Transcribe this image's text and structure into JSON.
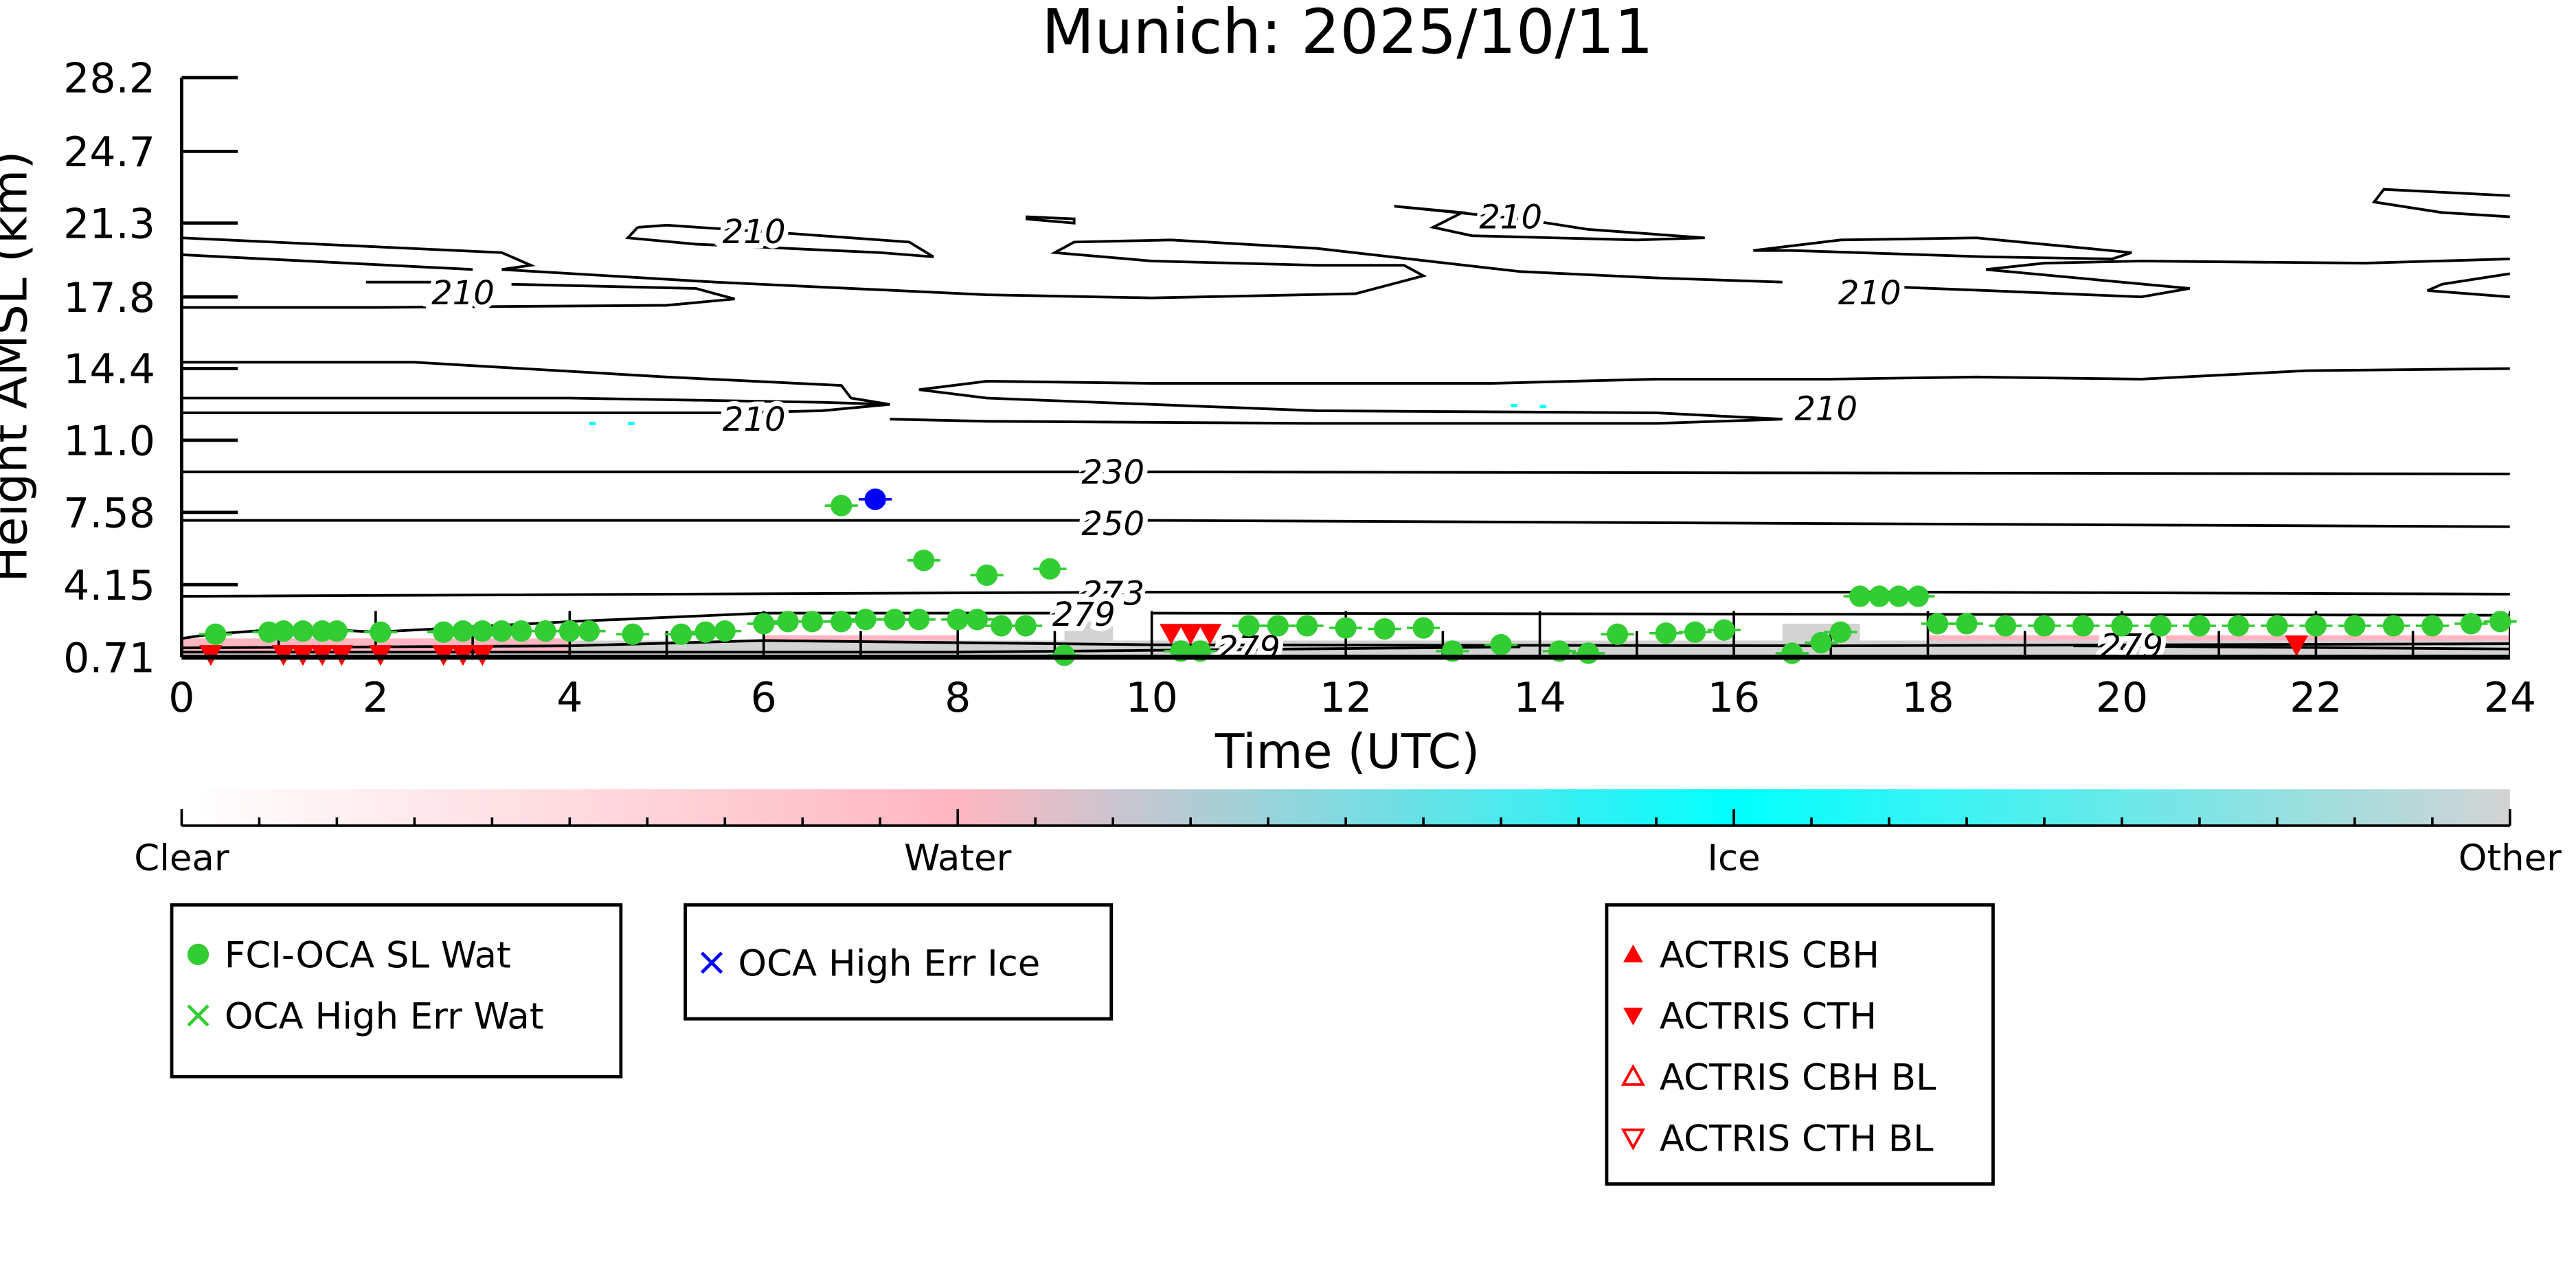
{
  "chart_data": {
    "type": "scatter",
    "title": "Munich: 2025/10/11",
    "xlabel": "Time (UTC)",
    "ylabel": "Height AMSL (km)",
    "xlim": [
      0,
      24
    ],
    "ylim": [
      0.71,
      28.2
    ],
    "xticks": [
      0,
      2,
      4,
      6,
      8,
      10,
      12,
      14,
      16,
      18,
      20,
      22,
      24
    ],
    "xtick_labels": [
      "0",
      "2",
      "4",
      "6",
      "8",
      "10",
      "12",
      "14",
      "16",
      "18",
      "20",
      "22",
      "24"
    ],
    "yticks": [
      28.2,
      24.7,
      21.3,
      17.8,
      14.4,
      11.0,
      7.58,
      4.15,
      0.71
    ],
    "ytick_labels": [
      "28.2",
      "24.7",
      "21.3",
      "17.8",
      "14.4",
      "11.0",
      "7.58",
      "4.15",
      "0.71"
    ],
    "colors": {
      "water": "#32cd32",
      "ice": "#0000ff",
      "actris": "#ff0000",
      "pink": "#ffb6c1",
      "cyan": "#00ffff",
      "gray": "#d3d3d3"
    },
    "contours": [
      {
        "level": 210,
        "points": [
          [
            0,
            20.6
          ],
          [
            3.3,
            19.9
          ],
          [
            3.6,
            19.3
          ],
          [
            3.3,
            19.1
          ]
        ]
      },
      {
        "level": 210,
        "points": [
          [
            0,
            19.8
          ],
          [
            3.0,
            19.1
          ]
        ]
      },
      {
        "level": 210,
        "points": [
          [
            3.3,
            19.1
          ],
          [
            5.5,
            18.5
          ],
          [
            8.3,
            17.9
          ],
          [
            10.0,
            17.75
          ],
          [
            12.1,
            17.95
          ],
          [
            12.8,
            18.8
          ],
          [
            12.6,
            19.3
          ],
          [
            11.7,
            19.3
          ],
          [
            10.0,
            19.5
          ],
          [
            9.0,
            19.9
          ],
          [
            9.2,
            20.4
          ],
          [
            10.2,
            20.5
          ],
          [
            11.7,
            20.1
          ],
          [
            13.8,
            19.0
          ],
          [
            15.2,
            18.7
          ],
          [
            16.5,
            18.5
          ]
        ]
      },
      {
        "level": 210,
        "points": [
          [
            17.5,
            18.3
          ],
          [
            18.6,
            18.1
          ],
          [
            20.2,
            17.8
          ],
          [
            20.7,
            18.2
          ],
          [
            19.3,
            18.8
          ],
          [
            18.6,
            19.1
          ],
          [
            19.2,
            19.4
          ],
          [
            20.2,
            19.5
          ],
          [
            22.5,
            19.4
          ],
          [
            24,
            19.6
          ]
        ]
      },
      {
        "level": 210,
        "points": [
          [
            16.2,
            20.0
          ],
          [
            17.1,
            20.5
          ],
          [
            18.5,
            20.6
          ],
          [
            20.1,
            19.9
          ],
          [
            19.9,
            19.6
          ],
          [
            18.6,
            19.7
          ],
          [
            16.6,
            20.0
          ],
          [
            16.2,
            20.0
          ]
        ]
      },
      {
        "level": 210,
        "points": [
          [
            1.9,
            18.5
          ],
          [
            2.6,
            18.5
          ]
        ]
      },
      {
        "level": 210,
        "points": [
          [
            3.4,
            18.4
          ],
          [
            5.3,
            18.2
          ],
          [
            5.7,
            17.7
          ],
          [
            5.0,
            17.4
          ],
          [
            2.0,
            17.3
          ],
          [
            0,
            17.3
          ]
        ]
      },
      {
        "level": 210,
        "points": [
          [
            4.7,
            21.1
          ],
          [
            4.6,
            20.6
          ],
          [
            5.3,
            20.3
          ],
          [
            7.2,
            19.9
          ],
          [
            7.75,
            19.7
          ],
          [
            7.5,
            20.4
          ],
          [
            6.3,
            20.8
          ],
          [
            5.0,
            21.2
          ],
          [
            4.7,
            21.1
          ]
        ]
      },
      {
        "level": 210,
        "points": [
          [
            8.7,
            21.6
          ],
          [
            9.2,
            21.5
          ],
          [
            9.2,
            21.3
          ],
          [
            8.7,
            21.5
          ]
        ]
      },
      {
        "level": 210,
        "points": [
          [
            12.5,
            22.1
          ],
          [
            13.2,
            21.8
          ],
          [
            12.9,
            21.1
          ],
          [
            13.3,
            20.7
          ],
          [
            15.0,
            20.5
          ],
          [
            15.7,
            20.6
          ],
          [
            14.5,
            21.0
          ],
          [
            13.8,
            21.5
          ],
          [
            12.5,
            22.1
          ]
        ]
      },
      {
        "level": 210,
        "points": [
          [
            24,
            22.6
          ],
          [
            22.7,
            22.9
          ],
          [
            22.6,
            22.3
          ],
          [
            23.3,
            21.8
          ],
          [
            24,
            21.6
          ]
        ]
      },
      {
        "level": 210,
        "points": [
          [
            24,
            18.9
          ],
          [
            23.3,
            18.4
          ],
          [
            23.15,
            18.1
          ],
          [
            24,
            17.8
          ]
        ]
      },
      {
        "level": 210,
        "points": [
          [
            0,
            14.7
          ],
          [
            2.4,
            14.7
          ],
          [
            5.0,
            14.0
          ],
          [
            6.8,
            13.6
          ],
          [
            6.9,
            13.0
          ],
          [
            7.3,
            12.7
          ]
        ]
      },
      {
        "level": 210,
        "points": [
          [
            0,
            13.0
          ],
          [
            4.0,
            13.0
          ],
          [
            6.6,
            12.8
          ],
          [
            7.3,
            12.7
          ],
          [
            6.6,
            12.4
          ],
          [
            5.7,
            12.3
          ],
          [
            0,
            12.3
          ]
        ]
      },
      {
        "level": 210,
        "points": [
          [
            7.6,
            13.4
          ],
          [
            8.3,
            13.8
          ],
          [
            10.0,
            13.7
          ],
          [
            13.5,
            13.7
          ],
          [
            15.2,
            13.9
          ],
          [
            17.0,
            13.9
          ],
          [
            18.5,
            14.0
          ],
          [
            20.2,
            13.9
          ],
          [
            21.9,
            14.3
          ],
          [
            24,
            14.4
          ]
        ]
      },
      {
        "level": 210,
        "points": [
          [
            7.6,
            13.4
          ],
          [
            8.3,
            13.0
          ],
          [
            11.7,
            12.4
          ],
          [
            15.2,
            12.3
          ],
          [
            16.5,
            12.0
          ],
          [
            15.2,
            11.8
          ],
          [
            11.7,
            11.8
          ],
          [
            8.3,
            11.9
          ],
          [
            7.3,
            12.0
          ]
        ]
      },
      {
        "level": 230,
        "points": [
          [
            0,
            9.5
          ],
          [
            10,
            9.5
          ],
          [
            24,
            9.4
          ]
        ]
      },
      {
        "level": 250,
        "points": [
          [
            0,
            7.2
          ],
          [
            10,
            7.2
          ],
          [
            24,
            6.9
          ]
        ]
      },
      {
        "level": 273,
        "points": [
          [
            0,
            3.6
          ],
          [
            10,
            3.8
          ],
          [
            18,
            3.8
          ],
          [
            24,
            3.7
          ]
        ]
      },
      {
        "level": 279,
        "points": [
          [
            0,
            1.6
          ],
          [
            0.3,
            1.8
          ],
          [
            1.2,
            2.1
          ],
          [
            2.0,
            1.9
          ],
          [
            4,
            2.4
          ],
          [
            6,
            2.8
          ],
          [
            9,
            2.8
          ]
        ]
      },
      {
        "level": 279,
        "points": [
          [
            10,
            2.8
          ],
          [
            17,
            2.75
          ],
          [
            24,
            2.7
          ]
        ]
      },
      {
        "level": 279,
        "points": [
          [
            0,
            1.15
          ],
          [
            4,
            1.25
          ],
          [
            6,
            1.5
          ],
          [
            10,
            1.3
          ],
          [
            17,
            1.25
          ],
          [
            24,
            1.35
          ]
        ]
      },
      {
        "level": 279,
        "points": [
          [
            0,
            0.95
          ],
          [
            8,
            0.95
          ],
          [
            13.8,
            1.2
          ]
        ]
      },
      {
        "level": 279,
        "points": [
          [
            19.5,
            1.25
          ],
          [
            24,
            1.1
          ]
        ]
      }
    ],
    "contour_labels": [
      {
        "text": "210",
        "x": 5.9,
        "y": 20.9
      },
      {
        "text": "210",
        "x": 13.7,
        "y": 21.6
      },
      {
        "text": "210",
        "x": 2.9,
        "y": 18.0
      },
      {
        "text": "210",
        "x": 17.4,
        "y": 18.0
      },
      {
        "text": "210",
        "x": 5.9,
        "y": 12.0
      },
      {
        "text": "210",
        "x": 16.95,
        "y": 12.5
      },
      {
        "text": "230",
        "x": 9.6,
        "y": 9.5
      },
      {
        "text": "250",
        "x": 9.6,
        "y": 7.05
      },
      {
        "text": "273",
        "x": 9.6,
        "y": 3.75
      },
      {
        "text": "279",
        "x": 9.3,
        "y": 2.75
      },
      {
        "text": "279",
        "x": 11.0,
        "y": 1.15
      },
      {
        "text": "279",
        "x": 20.1,
        "y": 1.25
      }
    ],
    "ice_patches": [
      [
        4.2,
        11.8
      ],
      [
        4.6,
        11.8
      ],
      [
        13.7,
        12.65
      ],
      [
        14.0,
        12.6
      ]
    ],
    "series": [
      {
        "name": "FCI-OCA SL Wat",
        "marker": "circle",
        "color": "#32cd32",
        "points": [
          [
            0.35,
            1.8
          ],
          [
            0.9,
            1.9
          ],
          [
            1.05,
            1.95
          ],
          [
            1.25,
            1.95
          ],
          [
            1.45,
            1.95
          ],
          [
            1.6,
            1.95
          ],
          [
            2.05,
            1.9
          ],
          [
            2.7,
            1.9
          ],
          [
            2.9,
            1.95
          ],
          [
            3.1,
            1.95
          ],
          [
            3.3,
            1.95
          ],
          [
            3.5,
            1.95
          ],
          [
            3.75,
            1.95
          ],
          [
            4.0,
            1.95
          ],
          [
            4.2,
            1.95
          ],
          [
            4.65,
            1.8
          ],
          [
            5.15,
            1.8
          ],
          [
            5.4,
            1.9
          ],
          [
            5.6,
            1.95
          ],
          [
            6.0,
            2.3
          ],
          [
            6.25,
            2.4
          ],
          [
            6.5,
            2.4
          ],
          [
            6.8,
            2.4
          ],
          [
            7.05,
            2.5
          ],
          [
            7.35,
            2.5
          ],
          [
            7.6,
            2.5
          ],
          [
            8.0,
            2.5
          ],
          [
            8.2,
            2.5
          ],
          [
            8.45,
            2.2
          ],
          [
            8.7,
            2.2
          ],
          [
            9.1,
            0.8
          ],
          [
            10.3,
            1.0
          ],
          [
            10.5,
            1.0
          ],
          [
            11.0,
            2.2
          ],
          [
            11.3,
            2.2
          ],
          [
            11.6,
            2.2
          ],
          [
            12.0,
            2.1
          ],
          [
            12.4,
            2.05
          ],
          [
            12.8,
            2.1
          ],
          [
            13.1,
            1.0
          ],
          [
            13.6,
            1.3
          ],
          [
            14.2,
            1.0
          ],
          [
            14.5,
            0.9
          ],
          [
            14.8,
            1.8
          ],
          [
            15.3,
            1.85
          ],
          [
            15.6,
            1.9
          ],
          [
            15.9,
            2.0
          ],
          [
            16.6,
            0.9
          ],
          [
            16.9,
            1.4
          ],
          [
            17.1,
            1.9
          ],
          [
            17.3,
            3.6
          ],
          [
            17.5,
            3.6
          ],
          [
            17.7,
            3.6
          ],
          [
            17.9,
            3.6
          ],
          [
            18.1,
            2.3
          ],
          [
            18.4,
            2.3
          ],
          [
            18.8,
            2.2
          ],
          [
            19.2,
            2.2
          ],
          [
            19.6,
            2.2
          ],
          [
            20.0,
            2.2
          ],
          [
            20.4,
            2.2
          ],
          [
            20.8,
            2.2
          ],
          [
            21.2,
            2.2
          ],
          [
            21.6,
            2.2
          ],
          [
            22.0,
            2.2
          ],
          [
            22.4,
            2.2
          ],
          [
            22.8,
            2.2
          ],
          [
            23.2,
            2.2
          ],
          [
            23.6,
            2.3
          ],
          [
            23.9,
            2.4
          ],
          [
            6.8,
            7.9
          ],
          [
            7.65,
            5.3
          ],
          [
            8.3,
            4.6
          ],
          [
            8.95,
            4.9
          ]
        ]
      },
      {
        "name": "OCA High Err Wat",
        "marker": "x",
        "color": "#32cd32",
        "points": []
      },
      {
        "name": "OCA High Err Ice",
        "marker": "x",
        "color": "#0000ff",
        "points": [
          [
            7.15,
            8.2
          ]
        ]
      },
      {
        "name": "ACTRIS CBH",
        "marker": "triangle-up",
        "color": "#ff0000",
        "points": []
      },
      {
        "name": "ACTRIS CTH",
        "marker": "triangle-down",
        "color": "#ff0000",
        "points": [
          [
            0.3,
            0.85
          ],
          [
            1.05,
            0.85
          ],
          [
            1.25,
            0.85
          ],
          [
            1.45,
            0.85
          ],
          [
            1.65,
            0.85
          ],
          [
            2.05,
            0.85
          ],
          [
            2.7,
            0.85
          ],
          [
            2.9,
            0.85
          ],
          [
            3.1,
            0.85
          ],
          [
            10.2,
            1.85
          ],
          [
            10.4,
            1.85
          ],
          [
            10.6,
            1.85
          ],
          [
            21.8,
            1.3
          ]
        ]
      },
      {
        "name": "ACTRIS CBH BL",
        "marker": "triangle-up-open",
        "color": "#ff0000",
        "points": []
      },
      {
        "name": "ACTRIS CTH BL",
        "marker": "triangle-down-open",
        "color": "#ff0000",
        "points": []
      }
    ],
    "colorbar": {
      "labels": [
        "Clear",
        "Water",
        "Ice",
        "Other"
      ]
    },
    "legends": [
      {
        "entries": [
          "FCI-OCA SL Wat",
          "OCA High Err Wat"
        ]
      },
      {
        "entries": [
          "OCA High Err Ice"
        ]
      },
      {
        "entries": [
          "ACTRIS CBH",
          "ACTRIS CTH",
          "ACTRIS CBH BL",
          "ACTRIS CTH BL"
        ]
      }
    ]
  }
}
